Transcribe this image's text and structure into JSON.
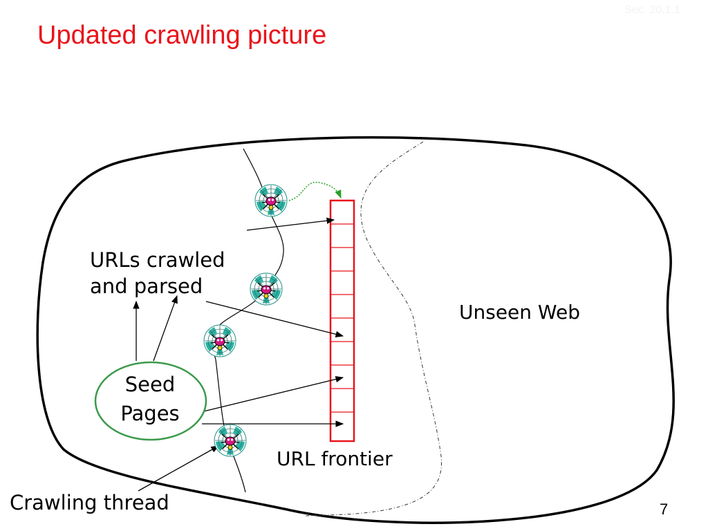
{
  "slide": {
    "title": "Updated crawling picture",
    "section_ref": "Sec. 20.1.1",
    "page_number": "7"
  },
  "diagram": {
    "labels": {
      "urls_crawled_line1": "URLs crawled",
      "urls_crawled_line2": "and parsed",
      "unseen_web": "Unseen Web",
      "seed_line1": "Seed",
      "seed_line2": "Pages",
      "url_frontier": "URL frontier",
      "crawling_thread": "Crawling thread"
    },
    "icons": [
      "spider-web-icon",
      "spider-web-icon",
      "spider-web-icon",
      "spider-web-icon"
    ],
    "colors": {
      "frontier": "#e8141b",
      "seed": "#3a9a4a",
      "handoff_arrow": "#2aa02a",
      "web_teal": "#2bb3a3",
      "spider_magenta": "#d0187e",
      "title": "#e8141b"
    }
  }
}
